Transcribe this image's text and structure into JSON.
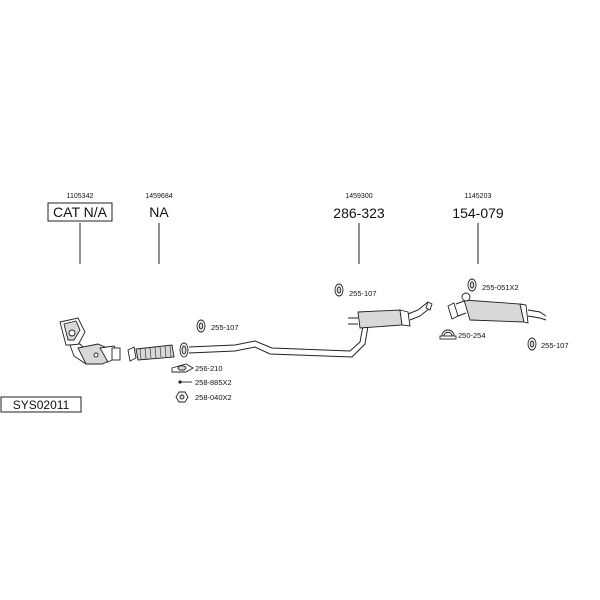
{
  "diagram": {
    "system_code": "SYS02011",
    "sections": [
      {
        "ref": "1105342",
        "code": "CAT N/A",
        "boxed": true
      },
      {
        "ref": "1459684",
        "code": "NA",
        "boxed": false
      },
      {
        "ref": "1459300",
        "code": "286-323",
        "boxed": false
      },
      {
        "ref": "1145203",
        "code": "154-079",
        "boxed": false
      }
    ],
    "callouts": {
      "hanger_front": "255-107",
      "hanger_mid": "255-107",
      "hanger_rear_top": "255-051X2",
      "clamp_rear": "250-254",
      "hanger_rear_right": "255-107",
      "gasket": "256-210",
      "bolt": "258-885X2",
      "nut": "258-040X2"
    }
  }
}
